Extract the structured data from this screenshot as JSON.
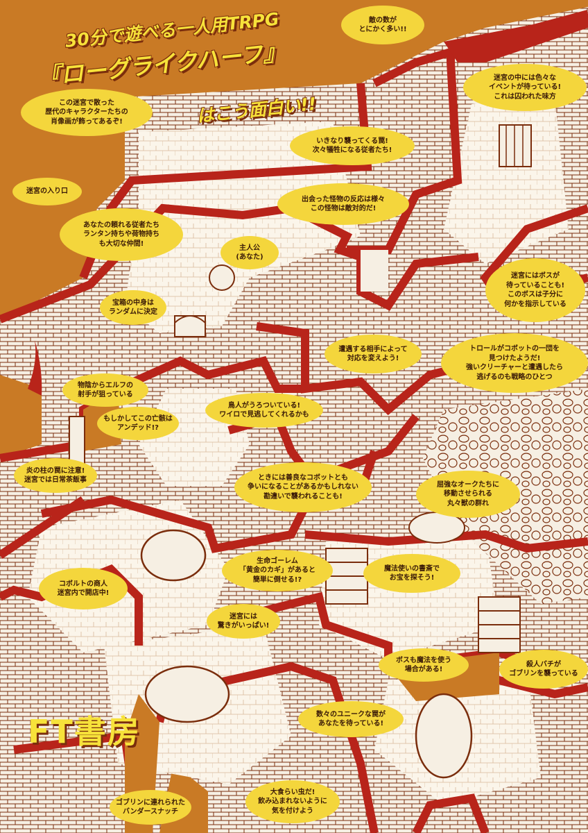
{
  "title": {
    "line1": "30分で遊べる一人用TRPG",
    "line2": "『ローグライクハーフ』",
    "line3": "はこう面白い!!"
  },
  "publisher": "FT書房",
  "colors": {
    "background": "#c97a25",
    "wall_red": "#b8241a",
    "floor": "#f6efe3",
    "ink": "#7a2d0c",
    "bubble": "#f4d63c",
    "title_text": "#f7e23a"
  },
  "callouts": [
    "敵の数が\nとにかく多い!!",
    "迷宮の中には色々な\nイベントが待っている!\nこれは囚われた味方",
    "この迷宮で散った\n歴代のキャラクターたちの\n肖像画が飾ってあるぞ!",
    "いきなり襲ってくる罠!\n次々犠牲になる従者たち!",
    "迷宮の入り口",
    "出会った怪物の反応は様々\nこの怪物は敵対的だ!",
    "あなたの頼れる従者たち\nランタン持ちや荷物持ち\nも大切な仲間!",
    "主人公\n(あなた)",
    "迷宮にはボスが\n待っていることも!\nこのボスは子分に\n何かを指示している",
    "宝箱の中身は\nランダムに決定",
    "遭遇する相手によって\n対応を変えよう!",
    "トロールがコボットの一団を\n見つけたようだ!\n強いクリーチャーと遭遇したら\n逃げるのも戦略のひとつ",
    "物陰からエルフの\n射手が狙っている",
    "鳥人がうろついている!\nワイロで見逃してくれるかも",
    "もしかしてこの亡骸は\nアンデッド!?",
    "炎の柱の罠に注意!\n迷宮では日常茶飯事",
    "ときには善良なコボットとも\n争いになることがあるかもしれない\n勘違いで襲われることも!",
    "屈強なオークたちに\n移動させられる\n丸々獣の群れ",
    "生命ゴーレム\n「黄金のカギ」があると\n簡単に倒せる!?",
    "魔法使いの書斎で\nお宝を探そう!",
    "コボルトの商人\n迷宮内で開店中!",
    "迷宮には\n驚きがいっぱい!",
    "ボスも魔法を使う\n場合がある!",
    "殺人バチが\nゴブリンを襲っている",
    "数々のユニークな罠が\nあなたを待っている!",
    "ゴブリンに連れられた\nバンダースナッチ",
    "大食らい虫だ!\n飲み込まれないように\n気を付けよう"
  ]
}
